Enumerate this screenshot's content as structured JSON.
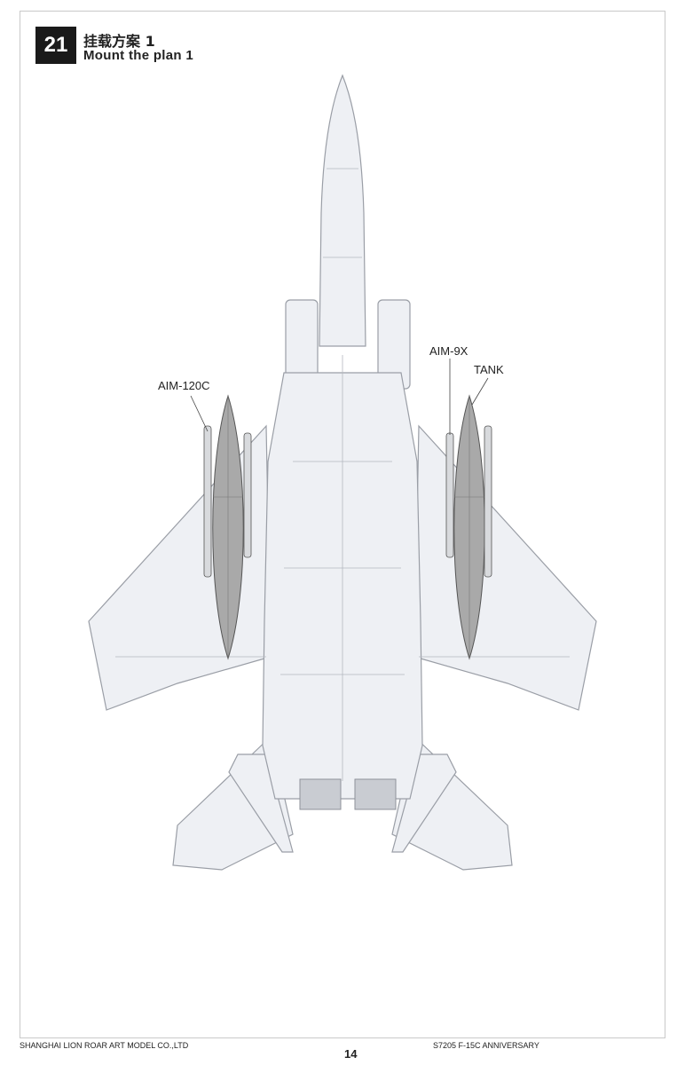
{
  "step": {
    "number": "21",
    "title_cn": "挂载方案 1",
    "title_en": "Mount the plan 1"
  },
  "callouts": {
    "aim120c": "AIM-120C",
    "aim9x": "AIM-9X",
    "tank": "TANK"
  },
  "footer": {
    "company": "SHANGHAI LION ROAR ART MODEL CO.,LTD",
    "page_number": "14",
    "product": "S7205 F-15C ANNIVERSARY"
  },
  "colors": {
    "aircraft_fill": "#eef0f4",
    "aircraft_stroke": "#9a9ea6",
    "tank_fill": "#a9a9a9",
    "missile_fill": "#d8dadd"
  }
}
